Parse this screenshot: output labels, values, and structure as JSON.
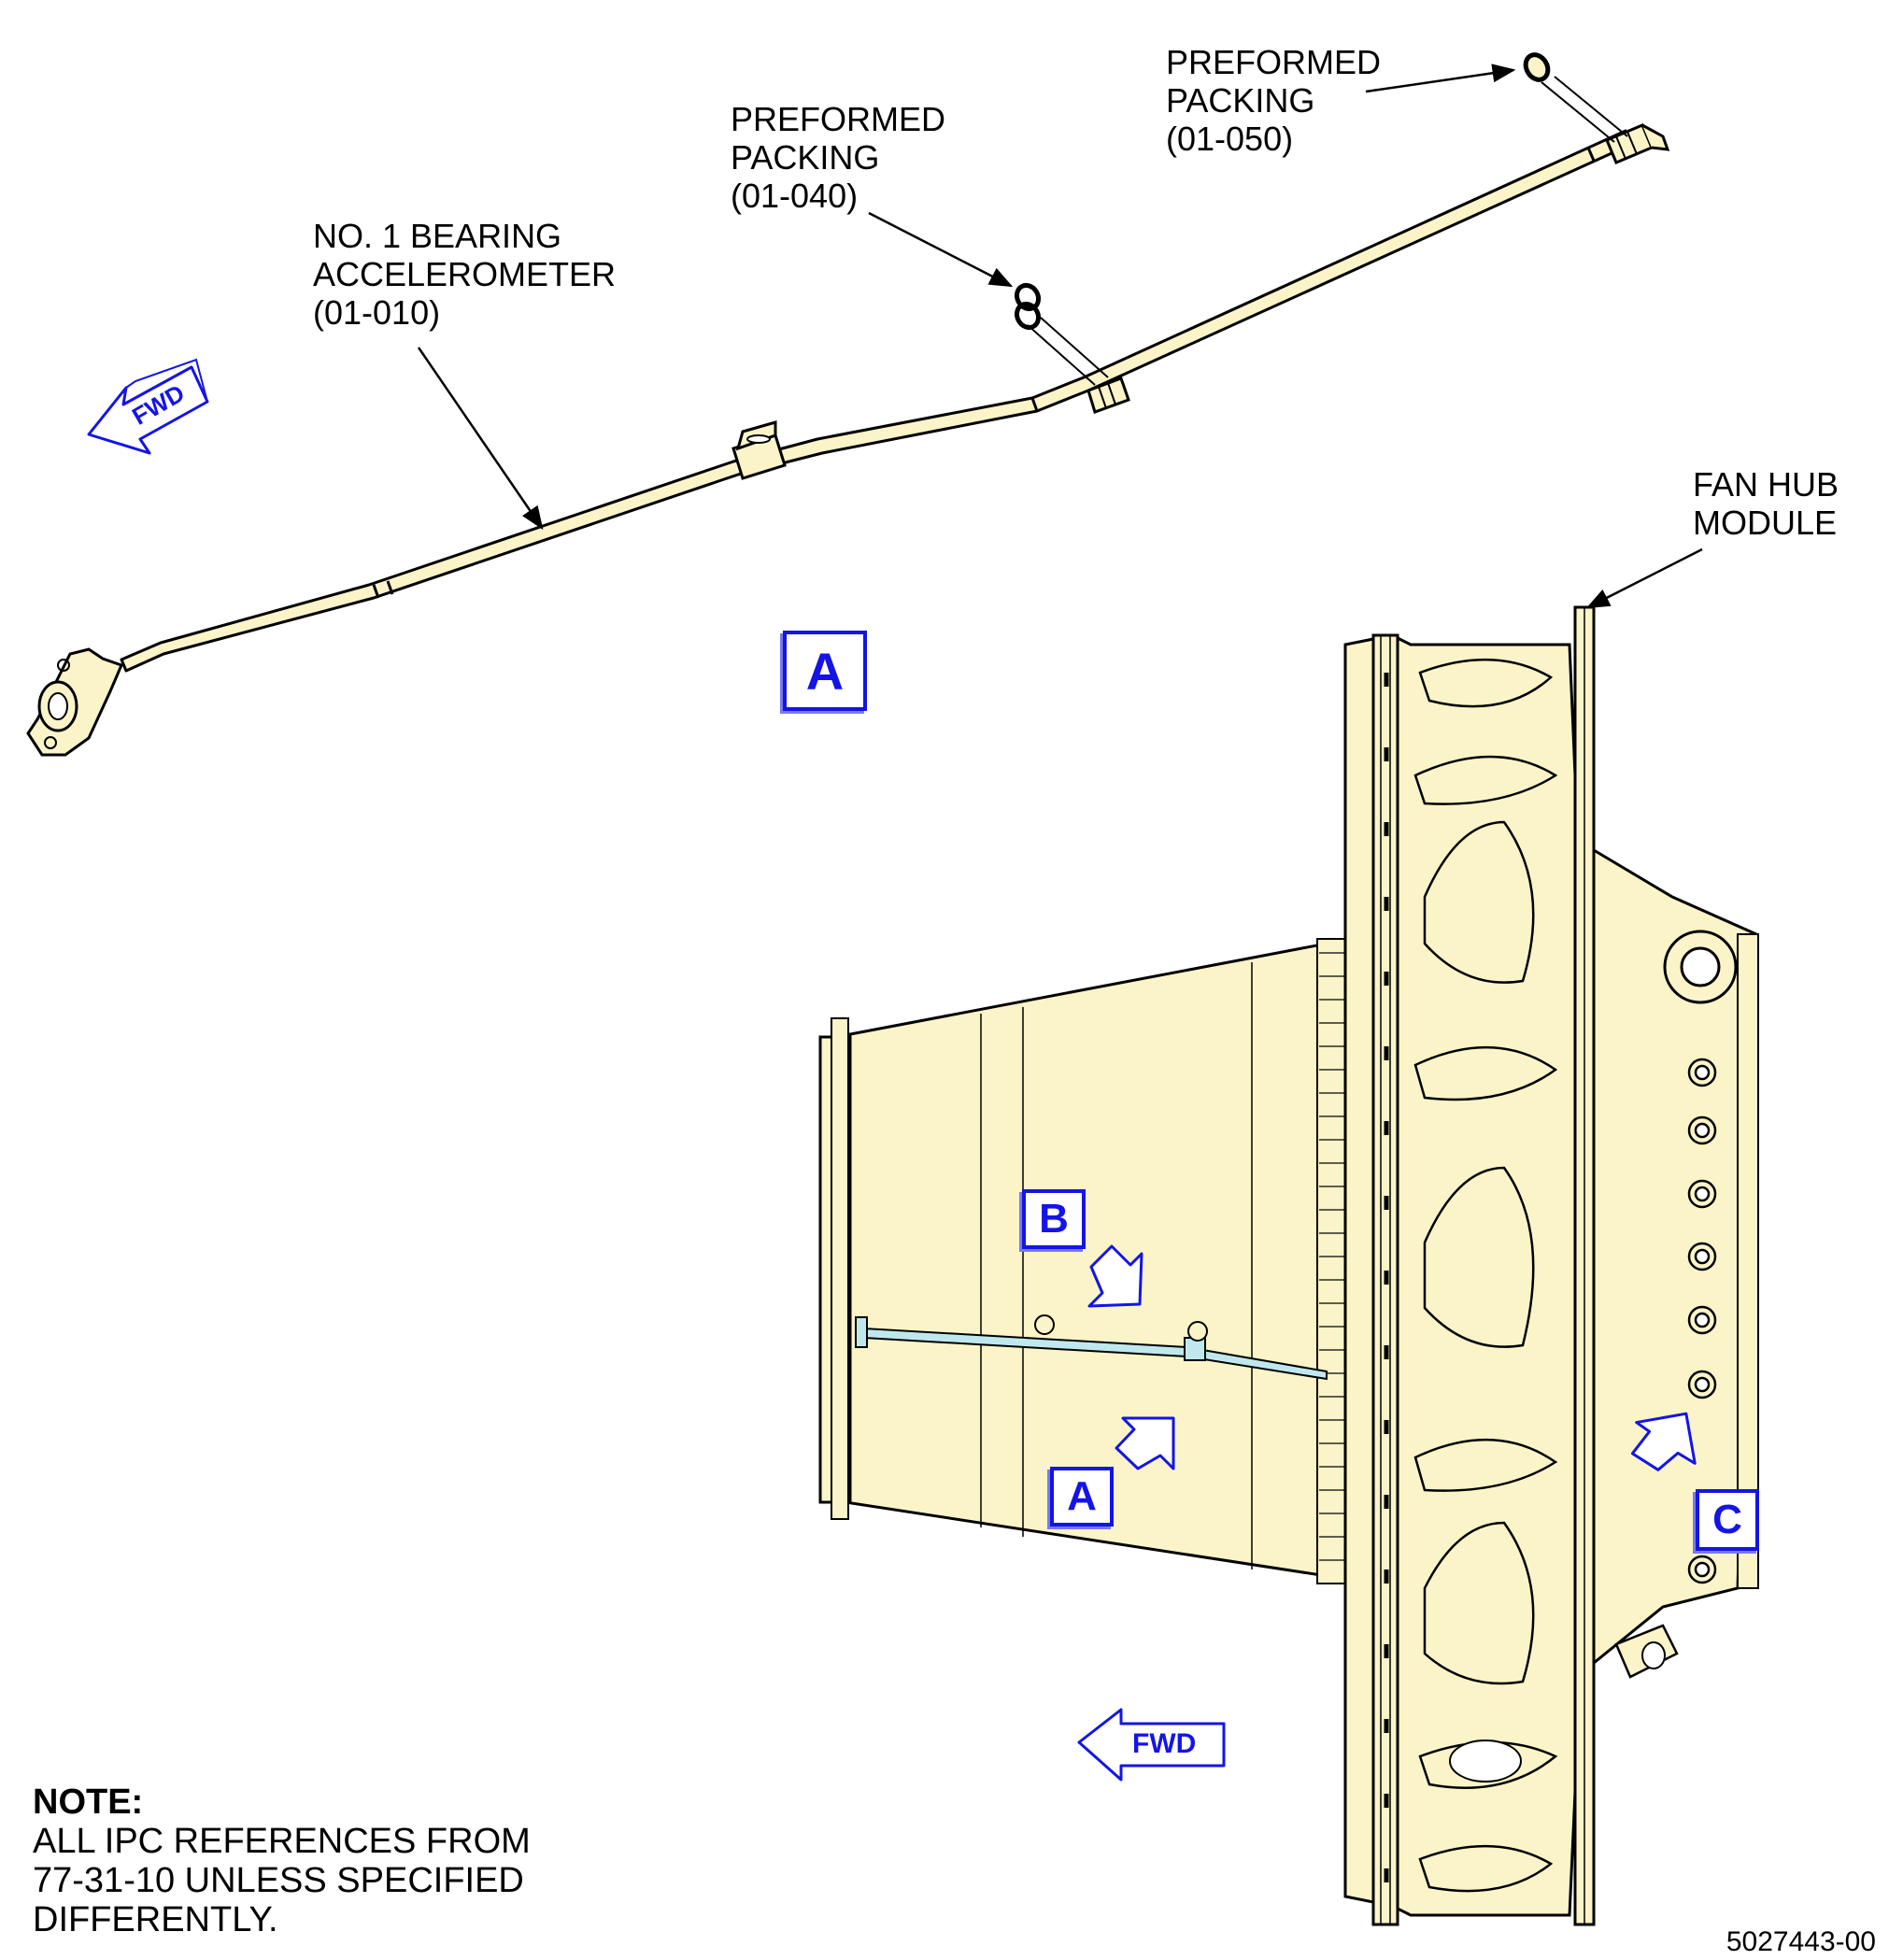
{
  "callouts": {
    "accelerometer": "NO. 1 BEARING\nACCELEROMETER\n(01-010)",
    "packing_040": "PREFORMED\nPACKING\n(01-040)",
    "packing_050": "PREFORMED\nPACKING\n(01-050)",
    "fan_hub": "FAN HUB\nMODULE"
  },
  "views": {
    "a_detail": "A",
    "b": "B",
    "a": "A",
    "c": "C"
  },
  "fwd": {
    "top": "FWD",
    "bottom": "FWD"
  },
  "note": {
    "title": "NOTE:",
    "line1": "ALL IPC REFERENCES FROM",
    "line2": "77-31-10 UNLESS SPECIFIED",
    "line3": "DIFFERENTLY."
  },
  "figure_number": "5027443-00",
  "colors": {
    "part_fill": "#faf4c8",
    "highlight_tube": "#bfe8ee",
    "view_blue": "#1414e6",
    "line": "#000000"
  }
}
